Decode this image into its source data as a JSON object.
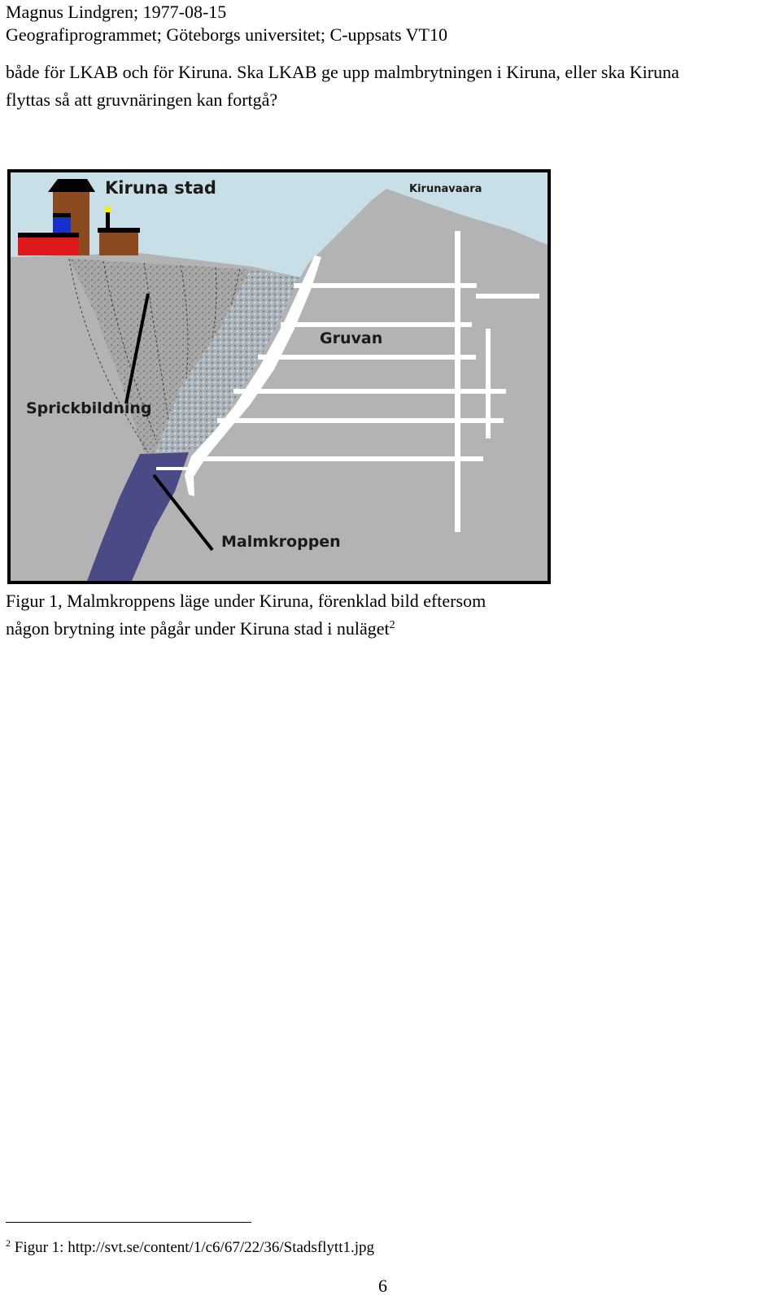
{
  "header": {
    "author_line": "Magnus Lindgren; 1977-08-15",
    "program_line": "Geografiprogrammet; Göteborgs universitet; C-uppsats VT10"
  },
  "paragraph": {
    "line1": "både för LKAB och för Kiruna. Ska LKAB ge upp malmbrytningen i Kiruna, eller ska Kiruna",
    "line2": "flyttas så att gruvnäringen kan fortgå?"
  },
  "figure": {
    "labels": {
      "city": "Kiruna stad",
      "mountain": "Kirunavaara",
      "mine": "Gruvan",
      "cracking": "Sprickbildning",
      "orebody": "Malmkroppen"
    },
    "colors": {
      "sky": "#c9dfe8",
      "rock": "#b3b3b3",
      "orebody": "#4a4a86",
      "building_brown": "#8b4a20",
      "building_red": "#e01a1a"
    }
  },
  "caption": {
    "line1": "Figur 1, Malmkroppens läge under Kiruna, förenklad bild eftersom",
    "line2": "någon brytning inte pågår under Kiruna stad i nuläget",
    "footnote_ref": "2"
  },
  "footnote": {
    "marker": "2",
    "text": "Figur 1: http://svt.se/content/1/c6/67/22/36/Stadsflytt1.jpg"
  },
  "page_number": "6"
}
